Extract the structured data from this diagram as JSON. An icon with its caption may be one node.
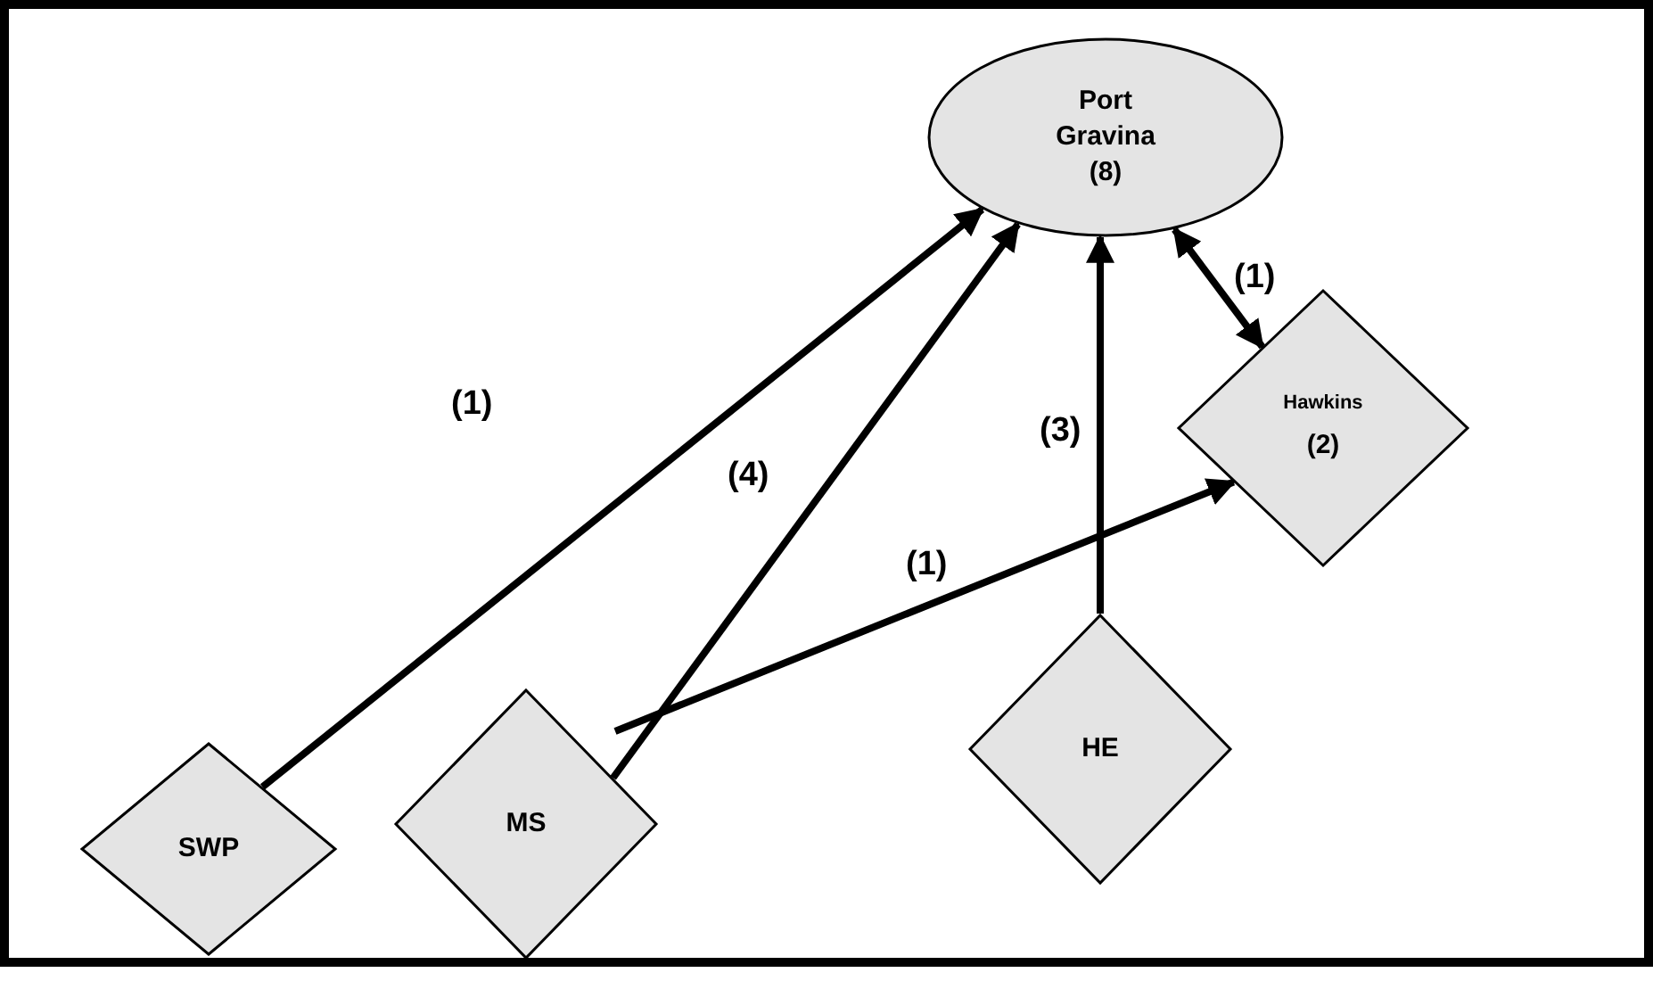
{
  "diagram": {
    "nodes": [
      {
        "text": [
          "Port Gravina",
          "(8)"
        ]
      },
      {
        "text": [
          "Hawkins",
          "(2)"
        ]
      },
      {
        "text": [
          "SWP"
        ]
      },
      {
        "text": [
          "MS"
        ]
      },
      {
        "text": [
          "HE"
        ]
      }
    ],
    "edges": [
      {
        "from": 2,
        "to": 0,
        "arrow": "to",
        "label": "(1)"
      },
      {
        "from": 3,
        "to": 0,
        "arrow": "to",
        "label": "(4)"
      },
      {
        "from": 3,
        "to": 1,
        "arrow": "to",
        "label": "(1)"
      },
      {
        "from": 4,
        "to": 0,
        "arrow": "to",
        "label": "(3)"
      },
      {
        "from": 0,
        "to": 1,
        "arrow": "both",
        "label": "(1)"
      }
    ]
  }
}
